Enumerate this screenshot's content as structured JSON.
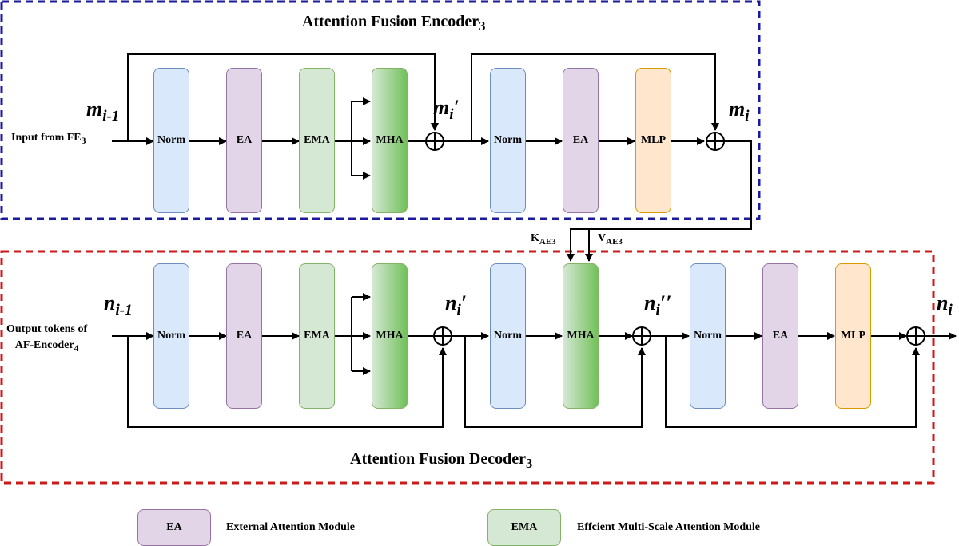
{
  "encoder": {
    "title": "Attention Fusion Encoder",
    "title_sub": "3",
    "input_label": "Input from FE",
    "input_sub": "3",
    "var_in": "m",
    "var_in_sub": "i-1",
    "var_mid": "m",
    "var_mid_sub": "i",
    "var_mid_prime": "′",
    "var_out": "m",
    "var_out_sub": "i",
    "blocks": [
      "Norm",
      "EA",
      "EMA",
      "MHA",
      "Norm",
      "EA",
      "MLP"
    ]
  },
  "kv": {
    "k": "K",
    "k_sub": "AE3",
    "v": "V",
    "v_sub": "AE3"
  },
  "decoder": {
    "title": "Attention Fusion Decoder",
    "title_sub": "3",
    "input_line1": "Output tokens of",
    "input_line2": "AF-Encoder",
    "input_sub": "4",
    "var_in": "n",
    "var_in_sub": "i-1",
    "var_mid1": "n",
    "var_mid1_sub": "i",
    "var_mid1_prime": "′",
    "var_mid2": "n",
    "var_mid2_sub": "i",
    "var_mid2_prime": "′′",
    "var_out": "n",
    "var_out_sub": "i",
    "blocks": [
      "Norm",
      "EA",
      "EMA",
      "MHA",
      "Norm",
      "MHA",
      "Norm",
      "EA",
      "MLP"
    ]
  },
  "legend": {
    "items": [
      {
        "tag": "EA",
        "description": "External Attention Module"
      },
      {
        "tag": "EMA",
        "description": "Effcient Multi-Scale Attention Module"
      }
    ]
  },
  "colors": {
    "encoder_border": "#1a1a9c",
    "decoder_border": "#cc1a1a",
    "norm": "#dae8fc",
    "ea": "#e1d5e7",
    "ema": "#d5e8d4",
    "mha": "#72c15a",
    "mlp": "#ffe6cc"
  }
}
